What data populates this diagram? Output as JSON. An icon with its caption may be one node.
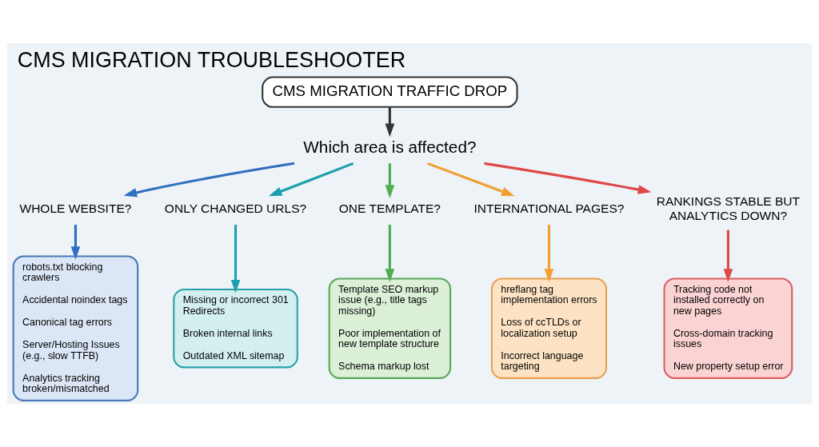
{
  "diagram": {
    "title": "CMS MIGRATION TROUBLESHOOTER",
    "nodes": [
      {
        "text": [
          "CMS MIGRATION TRAFFIC DROP"
        ]
      },
      {
        "text": [
          "Which area is affected?"
        ]
      },
      {
        "text": [
          "WHOLE WEBSITE?"
        ]
      },
      {
        "text": [
          "ONLY CHANGED URLS?"
        ]
      },
      {
        "text": [
          "ONE TEMPLATE?"
        ]
      },
      {
        "text": [
          "INTERNATIONAL PAGES?"
        ]
      },
      {
        "text": [
          "RANKINGS STABLE BUT ANALYTICS DOWN?"
        ]
      },
      {
        "text": [
          "robots.txt blocking crawlers",
          "Accidental noindex tags",
          "Canonical tag errors",
          "Server/Hosting Issues (e.g., slow TTFB)",
          "Analytics tracking broken/mismatched"
        ]
      },
      {
        "text": [
          "Missing or incorrect 301 Redirects",
          "Broken internal links",
          "Outdated XML sitemap"
        ]
      },
      {
        "text": [
          "Template SEO markup issue (e.g., title tags missing)",
          "Poor implementation of new template structure",
          "Schema markup lost"
        ]
      },
      {
        "text": [
          "hreflang tag implementation errors",
          "Loss of ccTLDs or localization setup",
          "Incorrect language targeting"
        ]
      },
      {
        "text": [
          "Tracking code not installed correctly on new pages",
          "Cross-domain tracking issues",
          "New property setup error"
        ]
      }
    ],
    "edges": [
      {
        "from": 0,
        "to": 1,
        "arrow": "to",
        "color": "#333333"
      },
      {
        "from": 1,
        "to": 2,
        "arrow": "to",
        "color": "#2f6fbf"
      },
      {
        "from": 1,
        "to": 3,
        "arrow": "to",
        "color": "#1e9fae"
      },
      {
        "from": 1,
        "to": 4,
        "arrow": "to",
        "color": "#4caf50"
      },
      {
        "from": 1,
        "to": 5,
        "arrow": "to",
        "color": "#f0a030"
      },
      {
        "from": 1,
        "to": 6,
        "arrow": "to",
        "color": "#e04848"
      },
      {
        "from": 2,
        "to": 7,
        "arrow": "to",
        "color": "#2f6fbf"
      },
      {
        "from": 3,
        "to": 8,
        "arrow": "to",
        "color": "#1e9fae"
      },
      {
        "from": 4,
        "to": 9,
        "arrow": "to",
        "color": "#4caf50"
      },
      {
        "from": 5,
        "to": 10,
        "arrow": "to",
        "color": "#f0a030"
      },
      {
        "from": 6,
        "to": 11,
        "arrow": "to",
        "color": "#e04848"
      }
    ]
  }
}
